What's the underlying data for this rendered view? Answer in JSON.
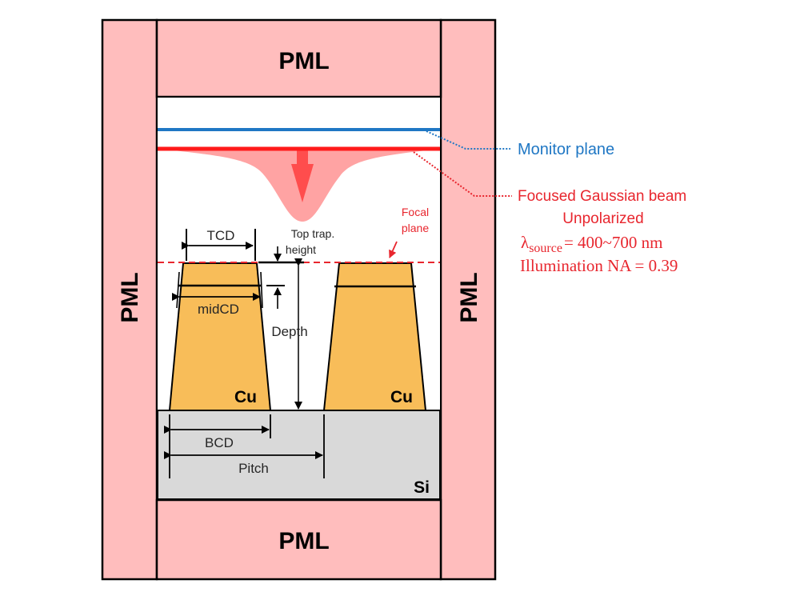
{
  "diagram": {
    "title": "FDTD simulation domain schematic for Cu trapezoidal lines",
    "colors": {
      "pml": "#ffbdbd",
      "copper": "#f8bd59",
      "silicon": "#d9d9d9",
      "monitor": "#1f77c4",
      "beam_line": "#ff1a1a",
      "beam_fill": "#ffa3a3",
      "beam_arrow": "#ff4d4d",
      "annotation_red": "#e8262e",
      "annotation_blue": "#1f77c4",
      "outline": "#000000"
    },
    "regions": {
      "pml_top": "PML",
      "pml_bottom": "PML",
      "pml_left": "PML",
      "pml_right": "PML",
      "cu_left": "Cu",
      "cu_right": "Cu",
      "substrate": "Si"
    },
    "dimensions": {
      "tcd": "TCD",
      "top_trap_line1": "Top trap.",
      "top_trap_line2": "height",
      "midcd": "midCD",
      "depth": "Depth",
      "bcd": "BCD",
      "pitch": "Pitch"
    },
    "focal": {
      "line1": "Focal",
      "line2": "plane"
    },
    "annotations": {
      "monitor_plane": "Monitor plane",
      "beam_title": "Focused Gaussian beam",
      "polarization": "Unpolarized",
      "lambda_symbol": "λ",
      "lambda_subscript": "source",
      "lambda_value": "= 400~700 nm",
      "illumination": "Illumination NA = 0.39"
    }
  }
}
